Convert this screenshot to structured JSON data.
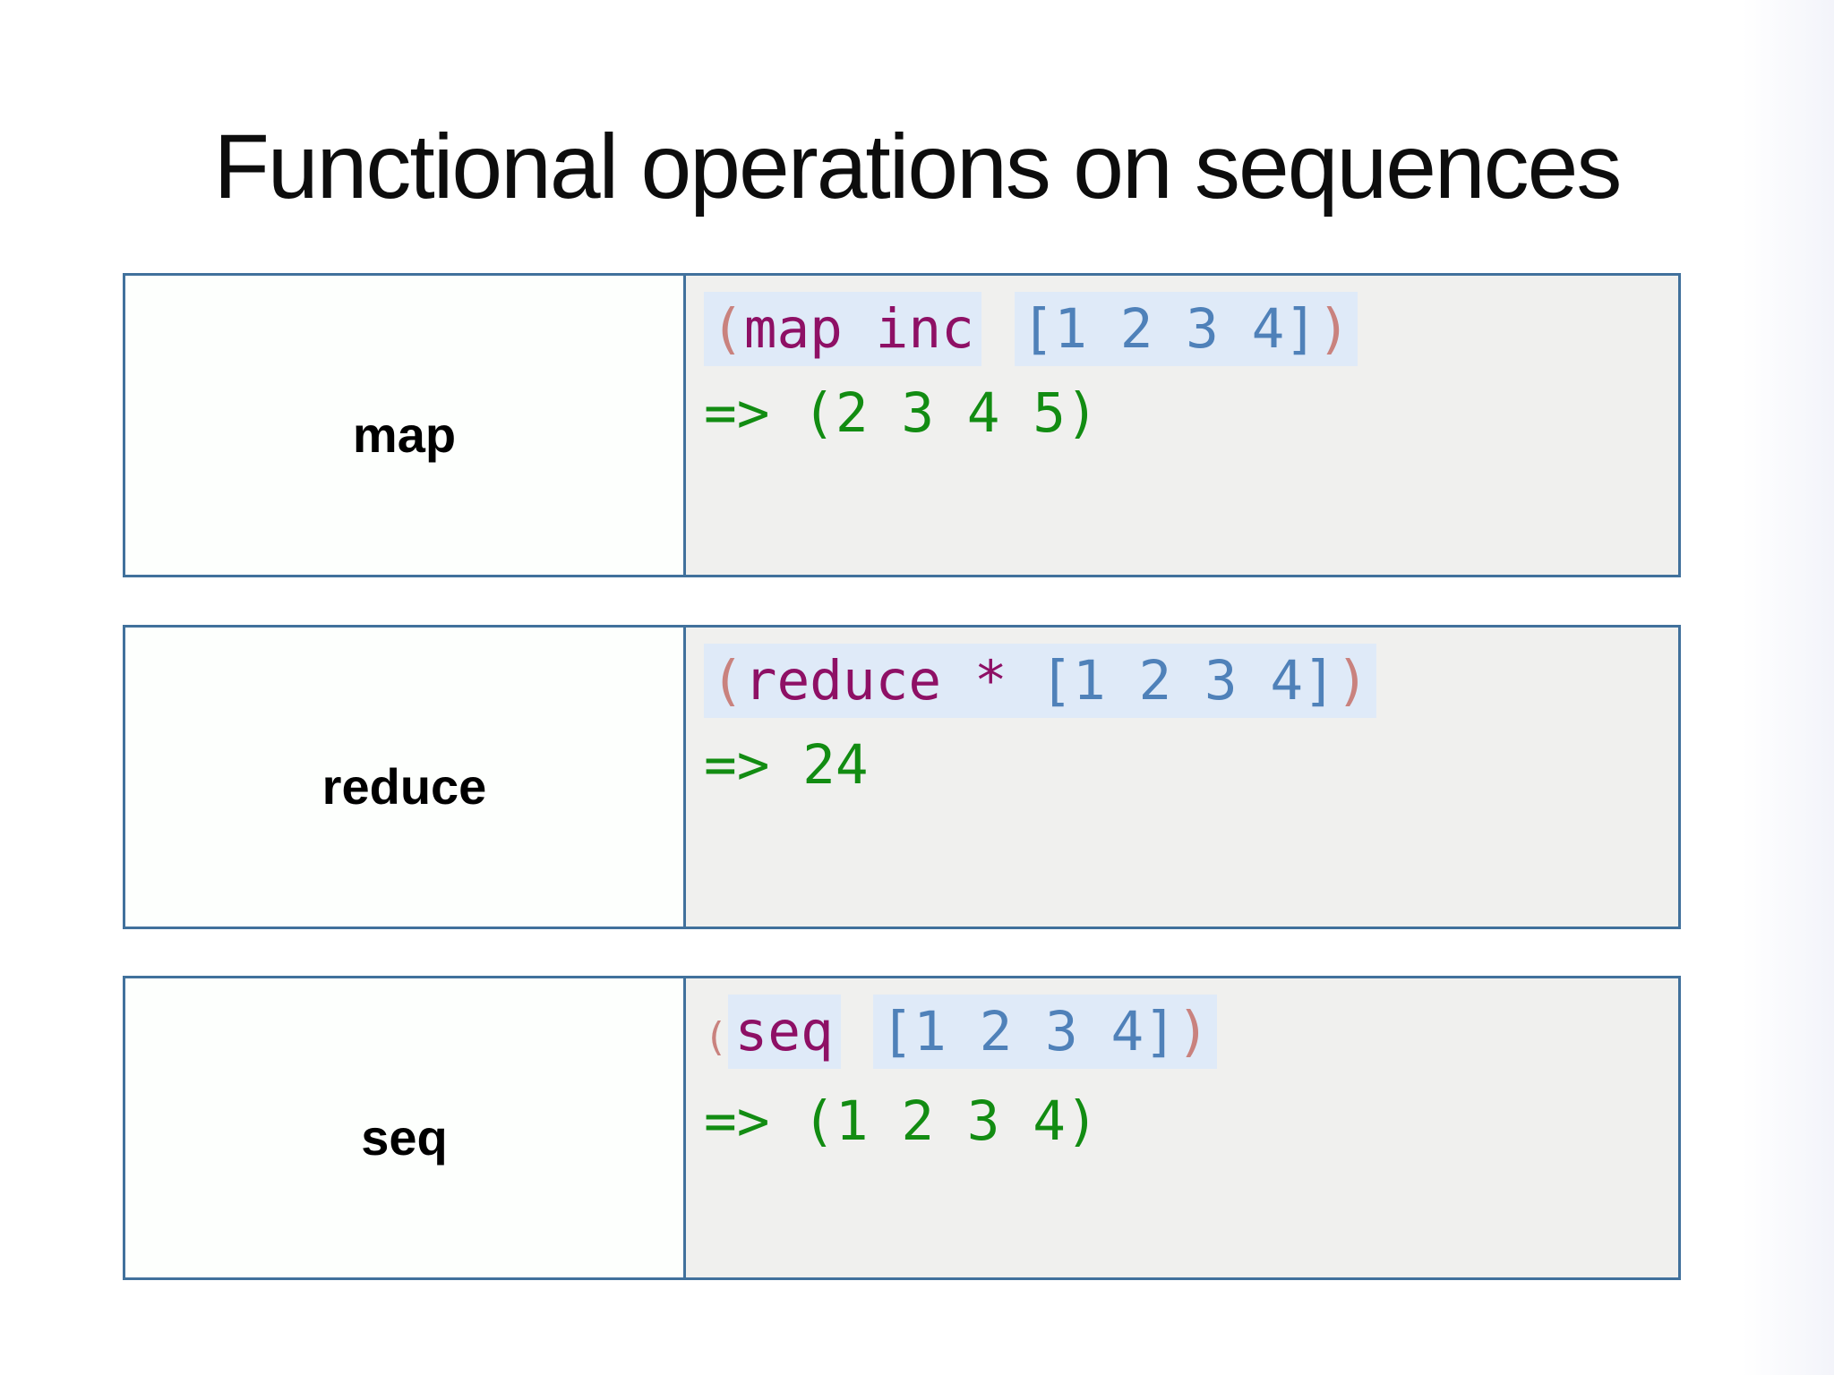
{
  "slide": {
    "title": "Functional operations on sequences"
  },
  "colors": {
    "border": "#41719c",
    "code_bg": "#f0f0ee",
    "label_bg": "#fdfffd",
    "highlight": "#dfeaf8",
    "paren": "#c9827e",
    "keyword": "#8e1065",
    "literal": "#4f81b9",
    "result": "#128c12",
    "title_text": "#0d0d0d",
    "label_text": "#000000"
  },
  "rows": [
    {
      "label": "map",
      "code_segments": [
        {
          "text": "(",
          "role": "paren",
          "highlight": true
        },
        {
          "text": "map inc",
          "role": "keyword",
          "highlight": true
        },
        {
          "text": " ",
          "role": "plain",
          "highlight": false
        },
        {
          "text": "[1 2 3 4]",
          "role": "literal",
          "highlight": true
        },
        {
          "text": ")",
          "role": "paren",
          "highlight": true
        }
      ],
      "result": "=> (2 3 4 5)"
    },
    {
      "label": "reduce",
      "code_segments": [
        {
          "text": "(",
          "role": "paren",
          "highlight": true
        },
        {
          "text": "reduce",
          "role": "keyword",
          "highlight": true
        },
        {
          "text": " ",
          "role": "plain",
          "highlight": true
        },
        {
          "text": "*",
          "role": "keyword",
          "highlight": true
        },
        {
          "text": " ",
          "role": "plain",
          "highlight": true
        },
        {
          "text": "[1 2 3 4]",
          "role": "literal",
          "highlight": true
        },
        {
          "text": ")",
          "role": "paren",
          "highlight": true
        }
      ],
      "result": "=> 24"
    },
    {
      "label": "seq",
      "code_segments": [
        {
          "text": "(",
          "role": "paren",
          "highlight": false,
          "small": true
        },
        {
          "text": "seq",
          "role": "keyword",
          "highlight": true
        },
        {
          "text": " ",
          "role": "plain",
          "highlight": false
        },
        {
          "text": "[1 2 3 4]",
          "role": "literal",
          "highlight": true
        },
        {
          "text": ")",
          "role": "paren",
          "highlight": true
        }
      ],
      "result": "=> (1 2 3 4)"
    }
  ]
}
